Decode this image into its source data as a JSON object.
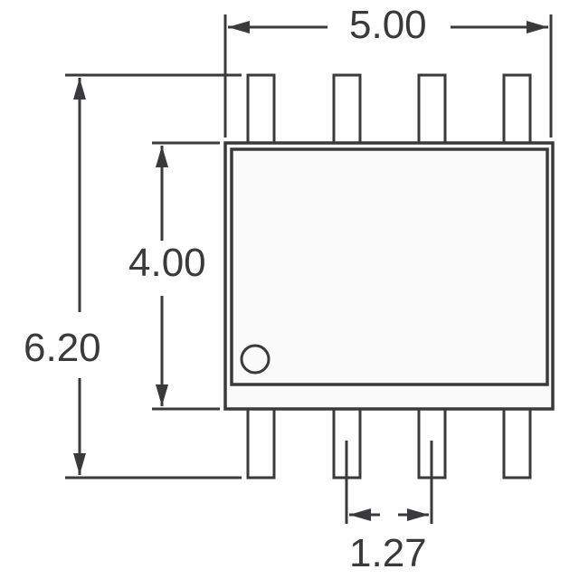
{
  "diagram": {
    "type": "IC package outline (SOIC-8, top view)",
    "colors": {
      "line": "#3a3a3c",
      "body_fill": "#fafafa",
      "background": "#ffffff"
    },
    "pins_per_side": 4,
    "dimensions": {
      "width": {
        "label": "5.00"
      },
      "overall_height": {
        "label": "6.20"
      },
      "body_height": {
        "label": "4.00"
      },
      "pin_pitch": {
        "label": "1.27"
      }
    },
    "pin1_marker": "circle"
  }
}
